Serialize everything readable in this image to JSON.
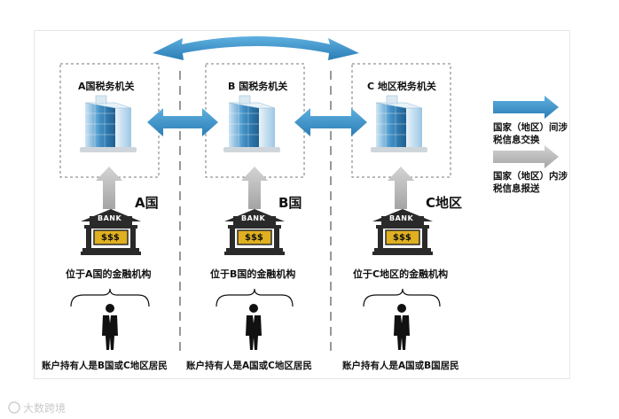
{
  "countries": [
    {
      "authority": "A国税务机关",
      "label": "A国",
      "bank_sign": "BANK",
      "vault": "$$$",
      "institution": "位于A国的金融机构",
      "holder": "账户持有人是B国或C地区居民"
    },
    {
      "authority": "B 国税务机关",
      "label": "B国",
      "bank_sign": "BANK",
      "vault": "$$$",
      "institution": "位于B国的金融机构",
      "holder": "账户持有人是A国或C地区居民"
    },
    {
      "authority": "C 地区税务机关",
      "label": "C地区",
      "bank_sign": "BANK",
      "vault": "$$$",
      "institution": "位于C地区的金融机构",
      "holder": "账户持有人是A国或B国居民"
    }
  ],
  "legend": {
    "exchange": "国家（地区）间涉税信息交换",
    "reporting": "国家（地区）内涉税信息报送"
  },
  "watermark": "大数跨境",
  "colors": {
    "exchange_arrow": "#3a92c8",
    "reporting_arrow": "#b9b9b9",
    "building_glass": "#3f8fc6",
    "bank": "#2a2a2a",
    "gold": "#e0b020"
  }
}
